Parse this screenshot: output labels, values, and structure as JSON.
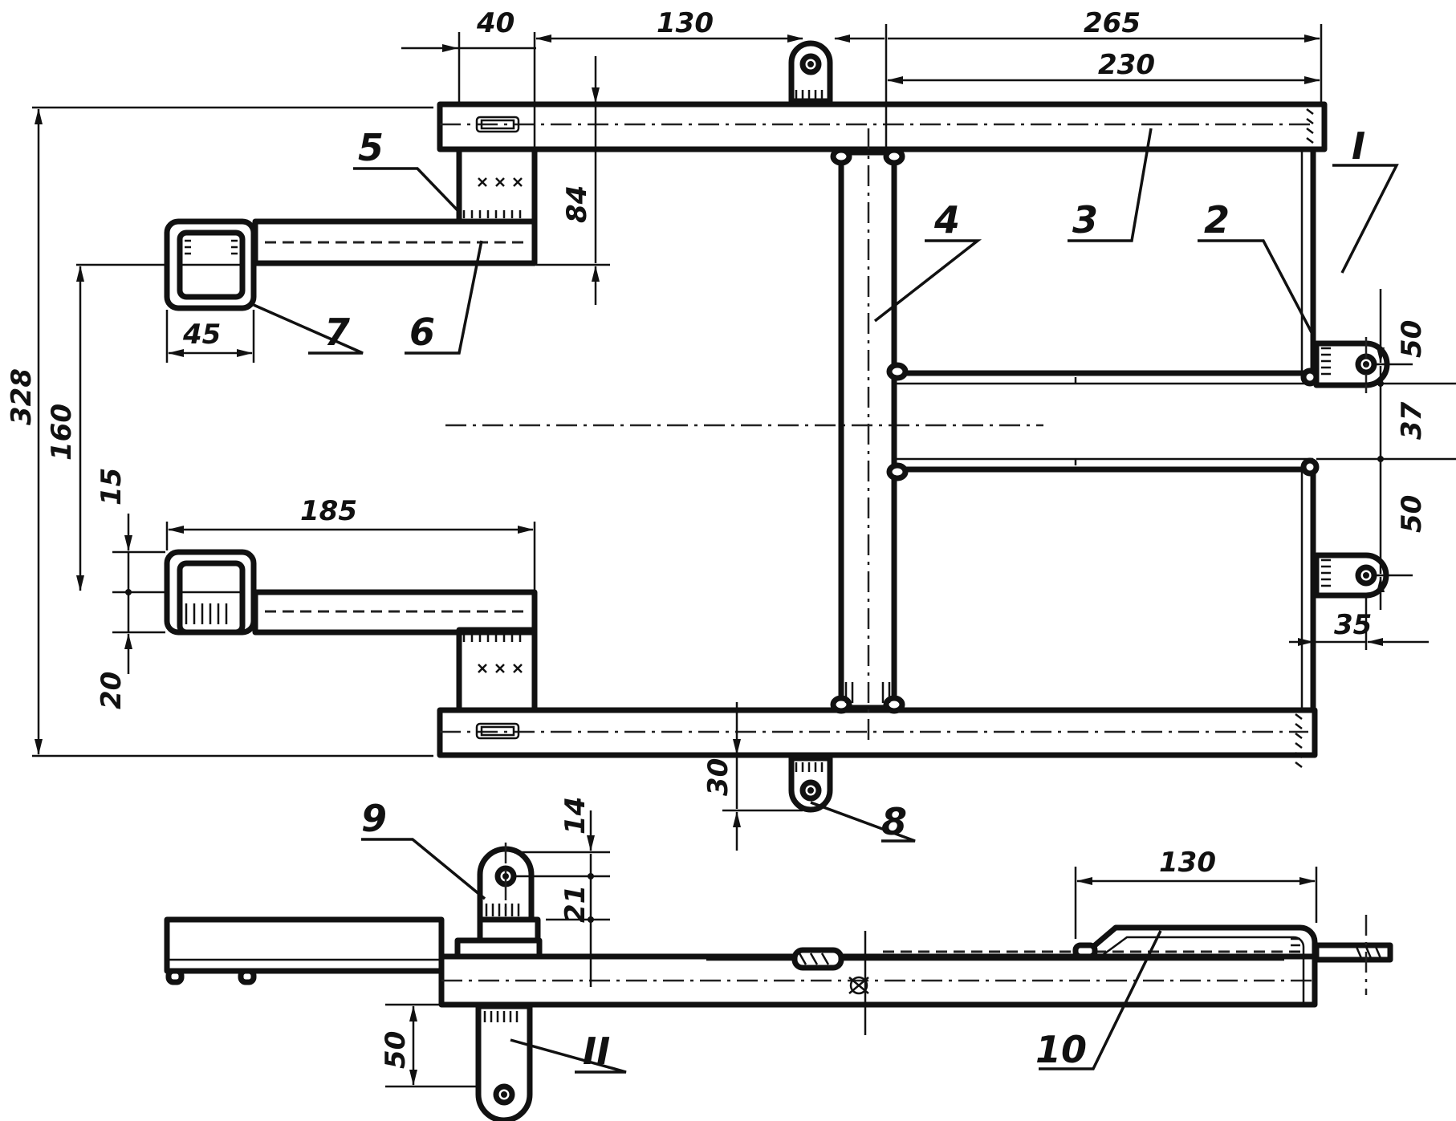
{
  "dimensions": {
    "d40": "40",
    "d130_top": "130",
    "d265": "265",
    "d230": "230",
    "d84": "84",
    "d328": "328",
    "d160": "160",
    "d45": "45",
    "d15": "15",
    "d185": "185",
    "d20": "20",
    "d50_a": "50",
    "d37": "37",
    "d50_b": "50",
    "d35": "35",
    "d30": "30",
    "d14": "14",
    "d21": "21",
    "d50_c": "50",
    "d130_side": "130"
  },
  "part_numbers": {
    "p1": "I",
    "p2": "2",
    "p3": "3",
    "p4": "4",
    "p5": "5",
    "p6": "6",
    "p7": "7",
    "p8": "8",
    "p9": "9",
    "p10": "10",
    "p11": "II"
  }
}
